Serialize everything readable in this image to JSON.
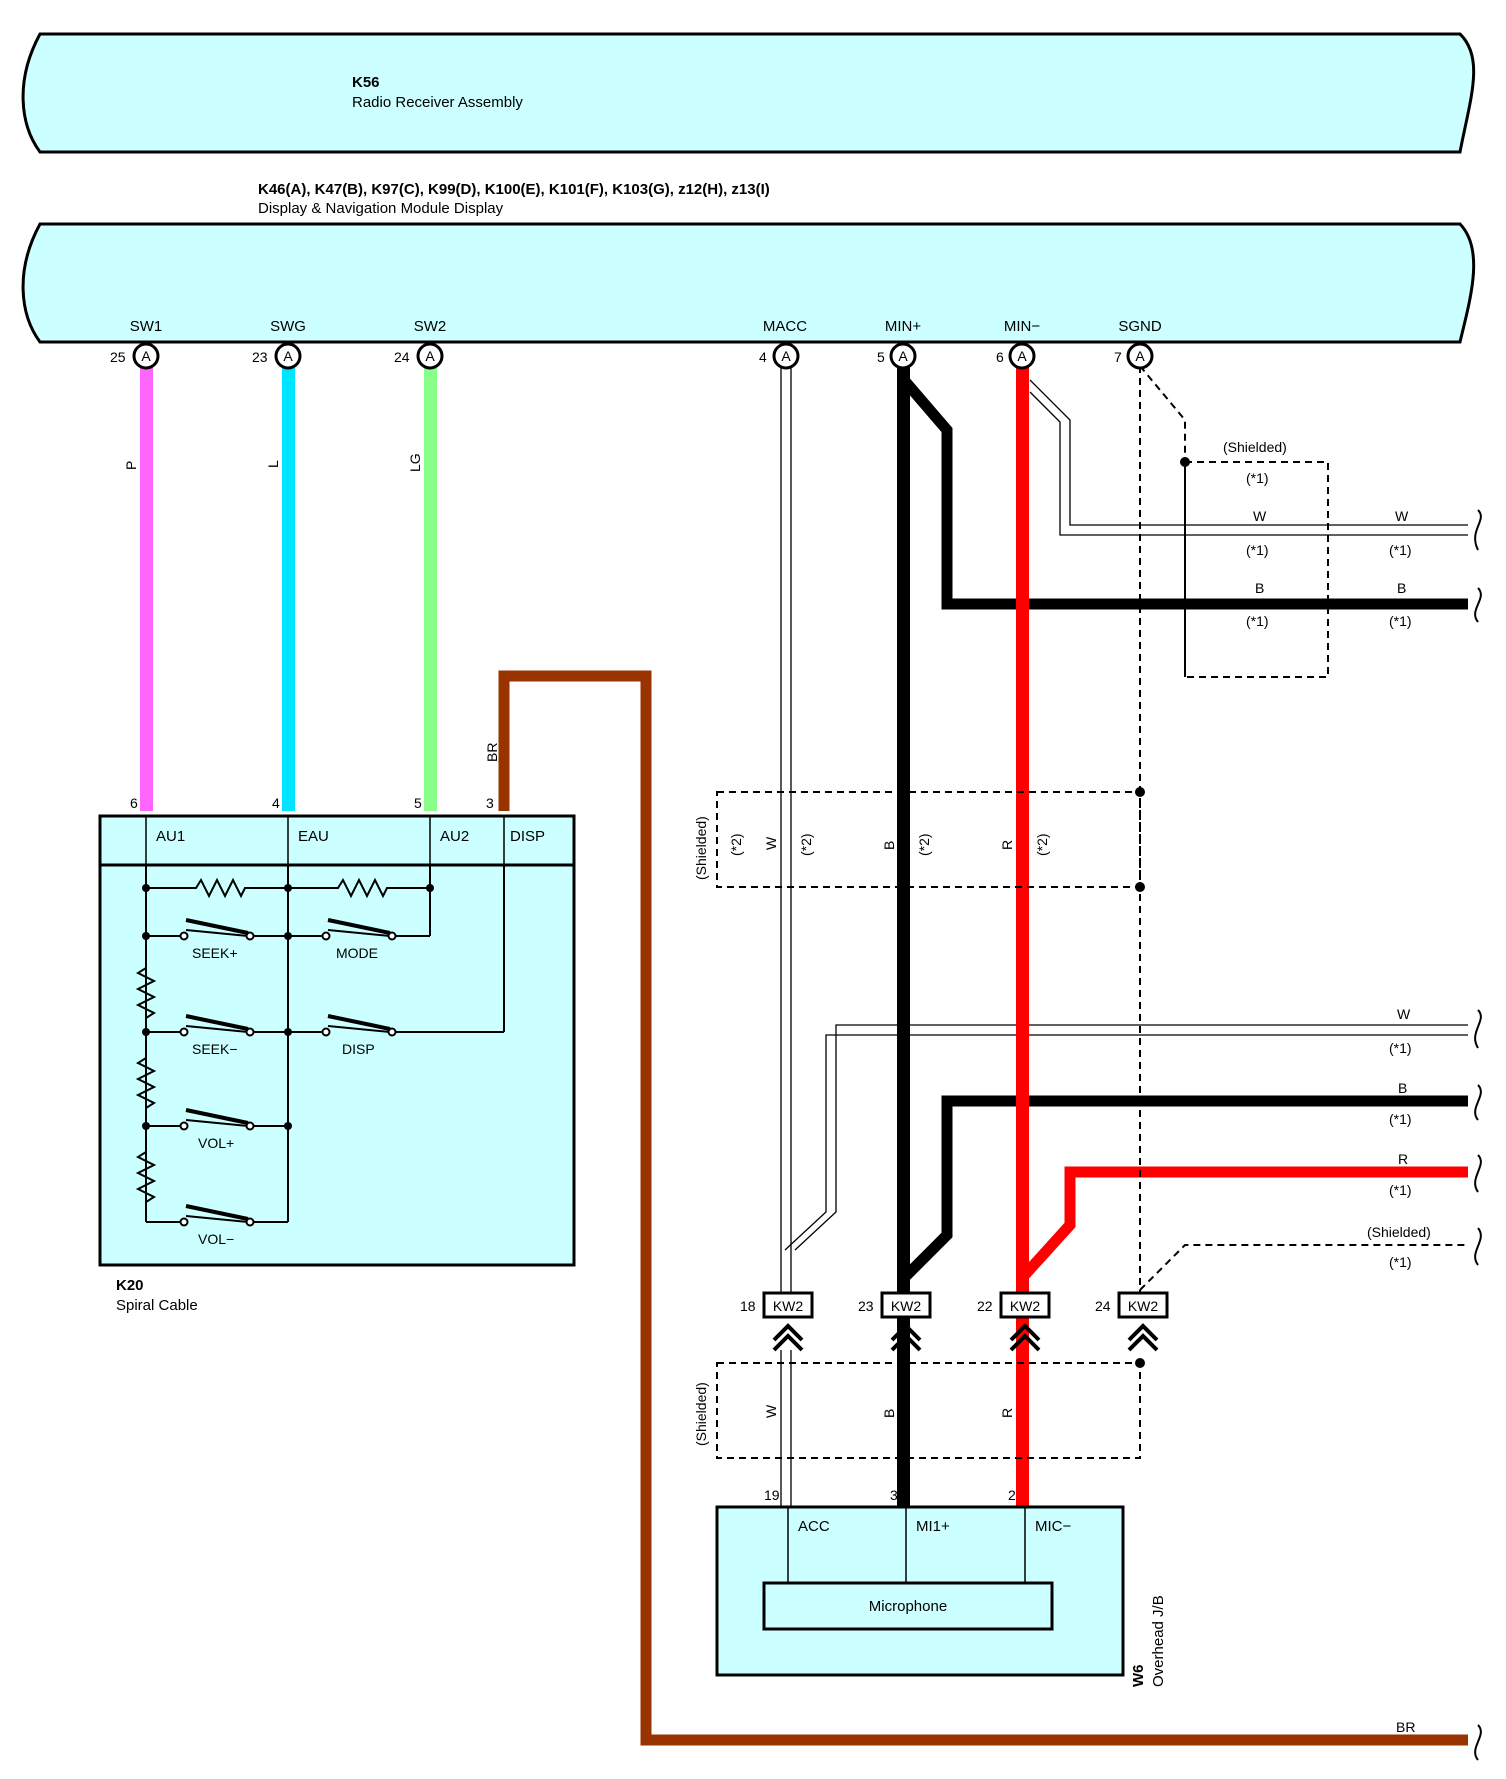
{
  "components": {
    "k56": {
      "id": "K56",
      "name": "Radio Receiver Assembly"
    },
    "display": {
      "id": "K46(A), K47(B), K97(C), K99(D), K100(E), K101(F), K103(G), z12(H), z13(I)",
      "name": "Display & Navigation Module Display"
    },
    "k20": {
      "id": "K20",
      "name": "Spiral Cable"
    },
    "w6": {
      "id": "W6",
      "name": "Overhead J/B"
    },
    "microphone": "Microphone"
  },
  "display_terminals": [
    {
      "name": "SW1",
      "pin": "25",
      "connector": "A"
    },
    {
      "name": "SWG",
      "pin": "23",
      "connector": "A"
    },
    {
      "name": "SW2",
      "pin": "24",
      "connector": "A"
    },
    {
      "name": "MACC",
      "pin": "4",
      "connector": "A"
    },
    {
      "name": "MIN+",
      "pin": "5",
      "connector": "A"
    },
    {
      "name": "MIN−",
      "pin": "6",
      "connector": "A"
    },
    {
      "name": "SGND",
      "pin": "7",
      "connector": "A"
    }
  ],
  "wire_colors": {
    "P": "P",
    "L": "L",
    "LG": "LG",
    "BR": "BR",
    "W": "W",
    "B": "B",
    "R": "R"
  },
  "colors": {
    "pink": "#ff66ff",
    "cyan": "#00e5ff",
    "light_green": "#88ff88",
    "brown": "#993300",
    "black": "#000000",
    "red": "#ff0000",
    "component_fill": "#ccffff"
  },
  "spiral_cable": {
    "pins": [
      {
        "pin": "6",
        "terminal": "AU1"
      },
      {
        "pin": "4",
        "terminal": "EAU"
      },
      {
        "pin": "5",
        "terminal": "AU2"
      },
      {
        "pin": "3",
        "terminal": "DISP"
      }
    ],
    "switches": [
      "SEEK+",
      "MODE",
      "SEEK−",
      "DISP",
      "VOL+",
      "VOL−"
    ]
  },
  "junction": {
    "connector": "KW2",
    "pins": [
      "18",
      "23",
      "22",
      "24"
    ]
  },
  "overhead": {
    "pins": [
      {
        "pin": "19",
        "terminal": "ACC"
      },
      {
        "pin": "3",
        "terminal": "MI1+"
      },
      {
        "pin": "2",
        "terminal": "MIC−"
      }
    ]
  },
  "notes": {
    "shielded": "(Shielded)",
    "star1": "(*1)",
    "star2": "(*2)"
  }
}
